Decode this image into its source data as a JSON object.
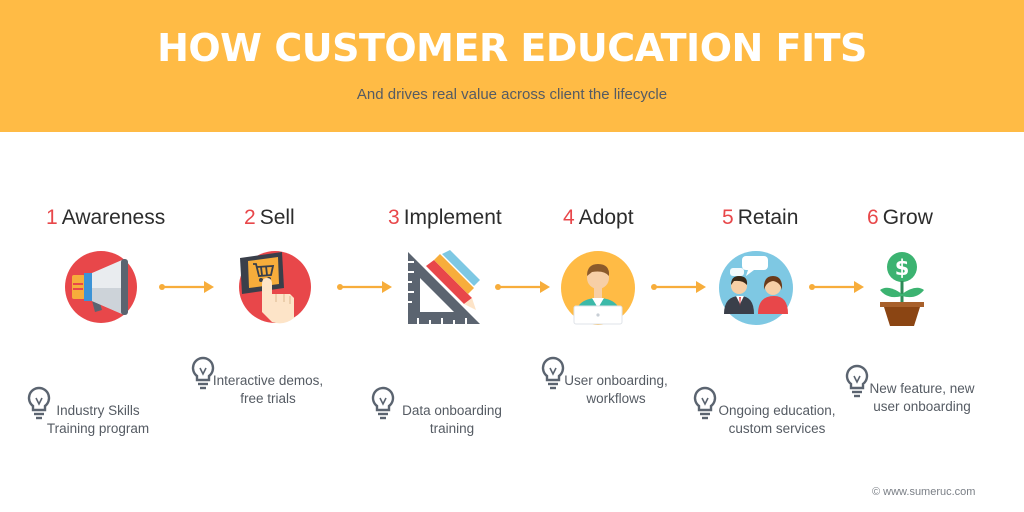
{
  "header": {
    "title": "HOW CUSTOMER EDUCATION FITS",
    "subtitle": "And drives real value across client the lifecycle"
  },
  "steps": [
    {
      "number": "1",
      "label": "Awareness",
      "icon": "megaphone-icon",
      "tip": [
        "Industry Skills",
        "Training program"
      ]
    },
    {
      "number": "2",
      "label": "Sell",
      "icon": "shopping-cart-touch-icon",
      "tip": [
        "Interactive demos,",
        "free trials"
      ]
    },
    {
      "number": "3",
      "label": "Implement",
      "icon": "drafting-tools-icon",
      "tip": [
        "Data onboarding",
        "training"
      ]
    },
    {
      "number": "4",
      "label": "Adopt",
      "icon": "user-laptop-icon",
      "tip": [
        "User onboarding,",
        "workflows"
      ]
    },
    {
      "number": "5",
      "label": "Retain",
      "icon": "conversation-people-icon",
      "tip": [
        "Ongoing education,",
        "custom services"
      ]
    },
    {
      "number": "6",
      "label": "Grow",
      "icon": "money-plant-icon",
      "tip": [
        "New feature, new",
        "user onboarding"
      ]
    }
  ],
  "footer": {
    "credit": "© www.sumeruc.com"
  },
  "colors": {
    "header_bg": "#ffbb45",
    "accent_red": "#e8474a",
    "arrow": "#f7ad3b",
    "text_dark": "#2c2c2c",
    "text_gray": "#555b63"
  }
}
